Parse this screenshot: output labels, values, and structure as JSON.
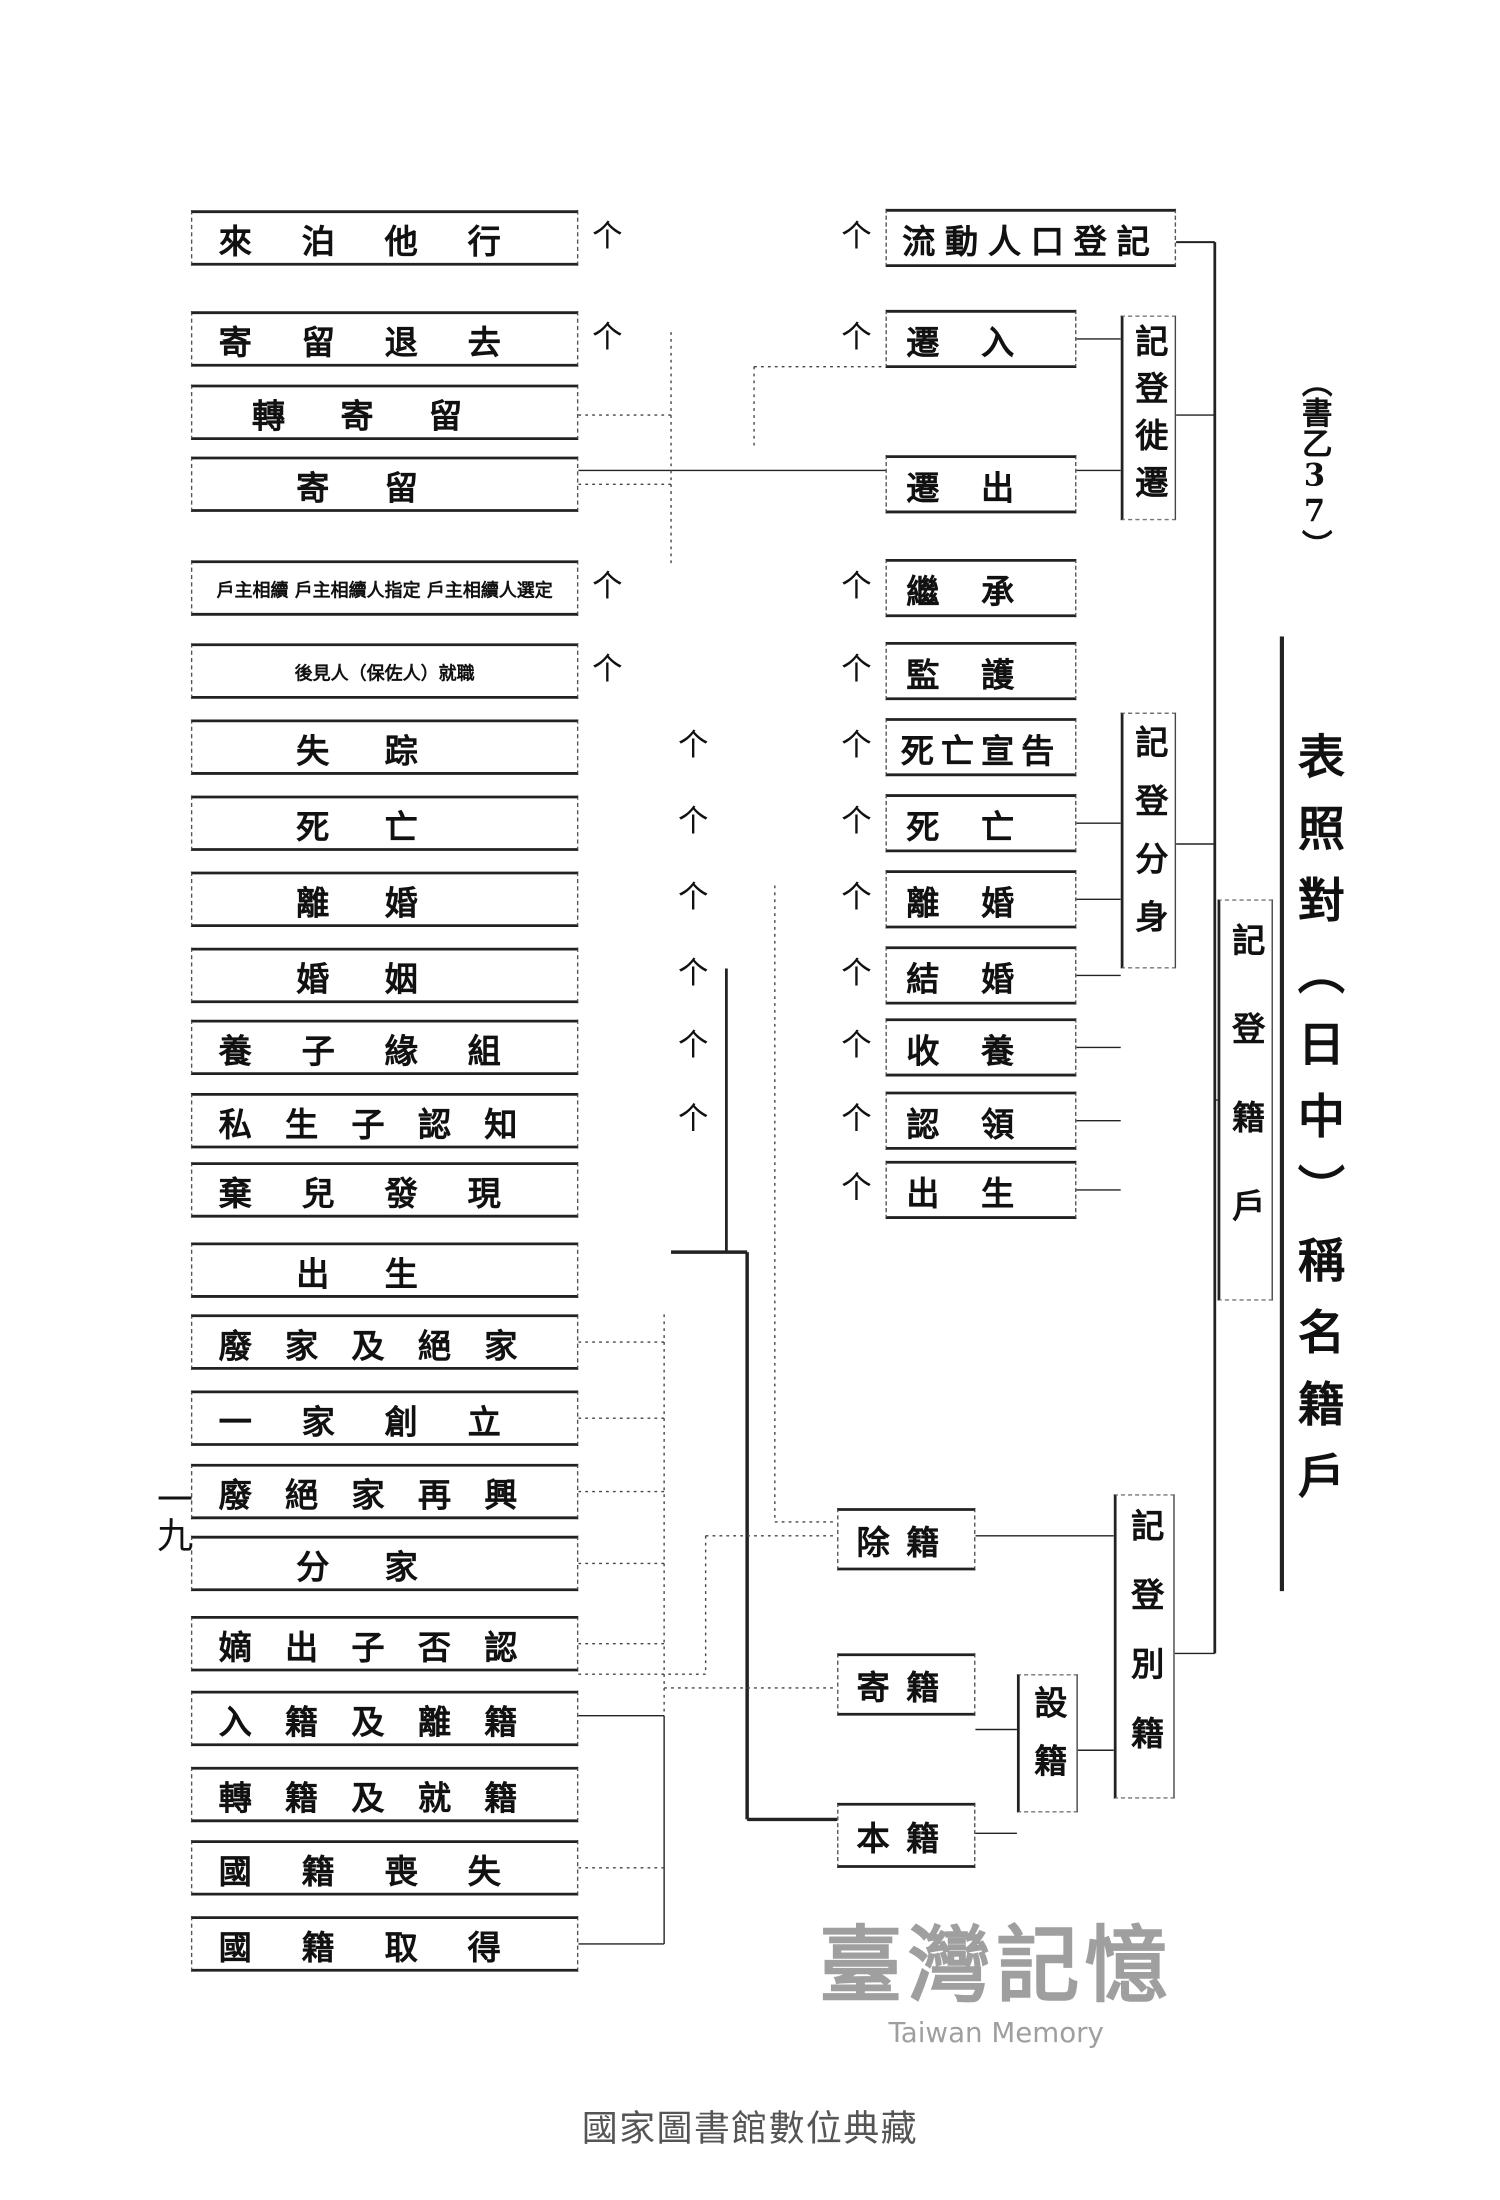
{
  "header": {
    "serial": "（書乙37）",
    "title": "表照對（日中）稱名籍戶"
  },
  "categories": {
    "household_registration": "記登籍戶",
    "migration": "記登徙遷",
    "status": "記登分身",
    "separate_domicile": "記登別籍",
    "set_domicile": "設籍"
  },
  "domicile_terms": [
    "除籍",
    "寄籍",
    "本籍"
  ],
  "rows": [
    {
      "chinese": "流動人口登記",
      "japanese": "來泊他行"
    },
    {
      "chinese": "遷入",
      "japanese": "寄留退去"
    },
    {
      "chinese": "",
      "japanese": "轉寄留"
    },
    {
      "chinese": "遷出",
      "japanese": "寄留"
    },
    {
      "chinese": "繼承",
      "japanese": "戶主相續 戶主相續人指定 戶主相續人選定"
    },
    {
      "chinese": "監護",
      "japanese": "後見人（保佐人）就職"
    },
    {
      "chinese": "死亡宣告",
      "japanese": "失踪"
    },
    {
      "chinese": "死亡",
      "japanese": "死亡"
    },
    {
      "chinese": "離婚",
      "japanese": "離婚"
    },
    {
      "chinese": "結婚",
      "japanese": "婚姻"
    },
    {
      "chinese": "收養",
      "japanese": "養子緣組"
    },
    {
      "chinese": "認領",
      "japanese": "私生子認知"
    },
    {
      "chinese": "出生",
      "japanese": "棄兒發現"
    },
    {
      "chinese": "",
      "japanese": "出生"
    },
    {
      "chinese": "",
      "japanese": "廢家及絕家"
    },
    {
      "chinese": "",
      "japanese": "一家創立"
    },
    {
      "chinese": "",
      "japanese": "廢絕家再興"
    },
    {
      "chinese": "",
      "japanese": "分家"
    },
    {
      "chinese": "",
      "japanese": "嫡出子否認"
    },
    {
      "chinese": "",
      "japanese": "入籍及離籍"
    },
    {
      "chinese": "",
      "japanese": "轉籍及就籍"
    },
    {
      "chinese": "",
      "japanese": "國籍喪失"
    },
    {
      "chinese": "",
      "japanese": "國籍取得"
    }
  ],
  "arrow_glyph": "个",
  "page_number": "一九",
  "watermark": {
    "cn": "臺灣記憶",
    "en": "Taiwan Memory"
  },
  "footer": "國家圖書館數位典藏"
}
